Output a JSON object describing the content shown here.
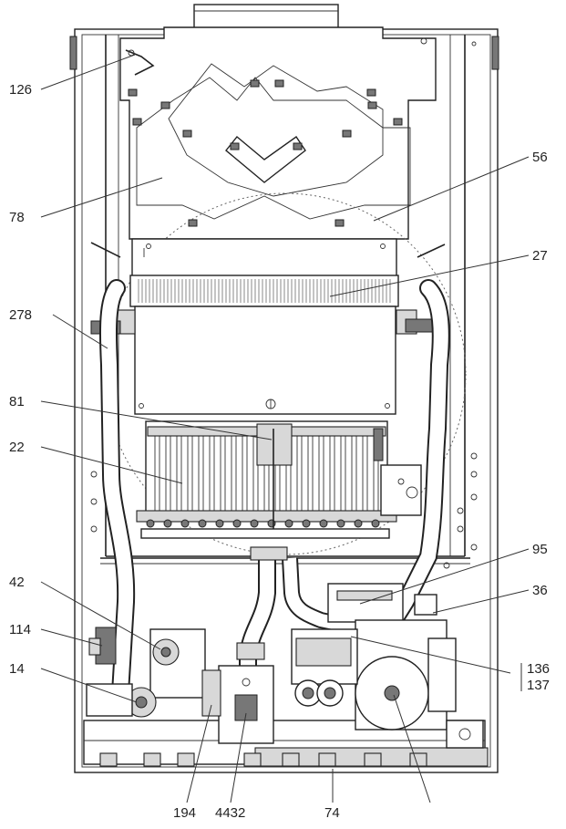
{
  "diagram": {
    "callouts": [
      {
        "id": "c126",
        "label": "126"
      },
      {
        "id": "c78",
        "label": "78"
      },
      {
        "id": "c278",
        "label": "278"
      },
      {
        "id": "c81",
        "label": "81"
      },
      {
        "id": "c22",
        "label": "22"
      },
      {
        "id": "c42",
        "label": "42"
      },
      {
        "id": "c114",
        "label": "114"
      },
      {
        "id": "c14",
        "label": "14"
      },
      {
        "id": "c56",
        "label": "56"
      },
      {
        "id": "c27",
        "label": "27"
      },
      {
        "id": "c95",
        "label": "95"
      },
      {
        "id": "c36",
        "label": "36"
      },
      {
        "id": "c136",
        "label": "136"
      },
      {
        "id": "c137",
        "label": "137"
      },
      {
        "id": "c194",
        "label": "194"
      },
      {
        "id": "c4432",
        "label": "4432"
      },
      {
        "id": "c74",
        "label": "74"
      }
    ]
  }
}
